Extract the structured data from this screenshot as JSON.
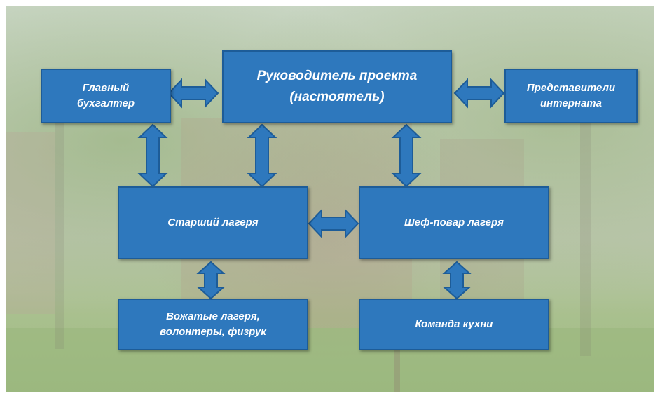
{
  "diagram": {
    "nodes": {
      "chief_accountant": {
        "label": "Главный\nбухгалтер"
      },
      "project_head": {
        "label": "Руководитель проекта\n(настоятель)"
      },
      "boarding_reps": {
        "label": "Представители\nинтерната"
      },
      "camp_senior": {
        "label": "Старший лагеря"
      },
      "camp_chef": {
        "label": "Шеф-повар лагеря"
      },
      "counselors": {
        "label": "Вожатые лагеря,\nволонтеры, физрук"
      },
      "kitchen_team": {
        "label": "Команда кухни"
      }
    },
    "edges": [
      {
        "from": "chief_accountant",
        "to": "project_head",
        "type": "bidirectional"
      },
      {
        "from": "project_head",
        "to": "boarding_reps",
        "type": "bidirectional"
      },
      {
        "from": "chief_accountant",
        "to": "camp_senior",
        "type": "bidirectional"
      },
      {
        "from": "project_head",
        "to": "camp_senior",
        "type": "bidirectional"
      },
      {
        "from": "project_head",
        "to": "camp_chef",
        "type": "bidirectional"
      },
      {
        "from": "camp_senior",
        "to": "camp_chef",
        "type": "bidirectional"
      },
      {
        "from": "camp_senior",
        "to": "counselors",
        "type": "bidirectional"
      },
      {
        "from": "camp_chef",
        "to": "kitchen_team",
        "type": "bidirectional"
      }
    ],
    "colors": {
      "box_fill": "#2e78bd",
      "box_border": "#1d5c98",
      "text": "#ffffff"
    }
  }
}
